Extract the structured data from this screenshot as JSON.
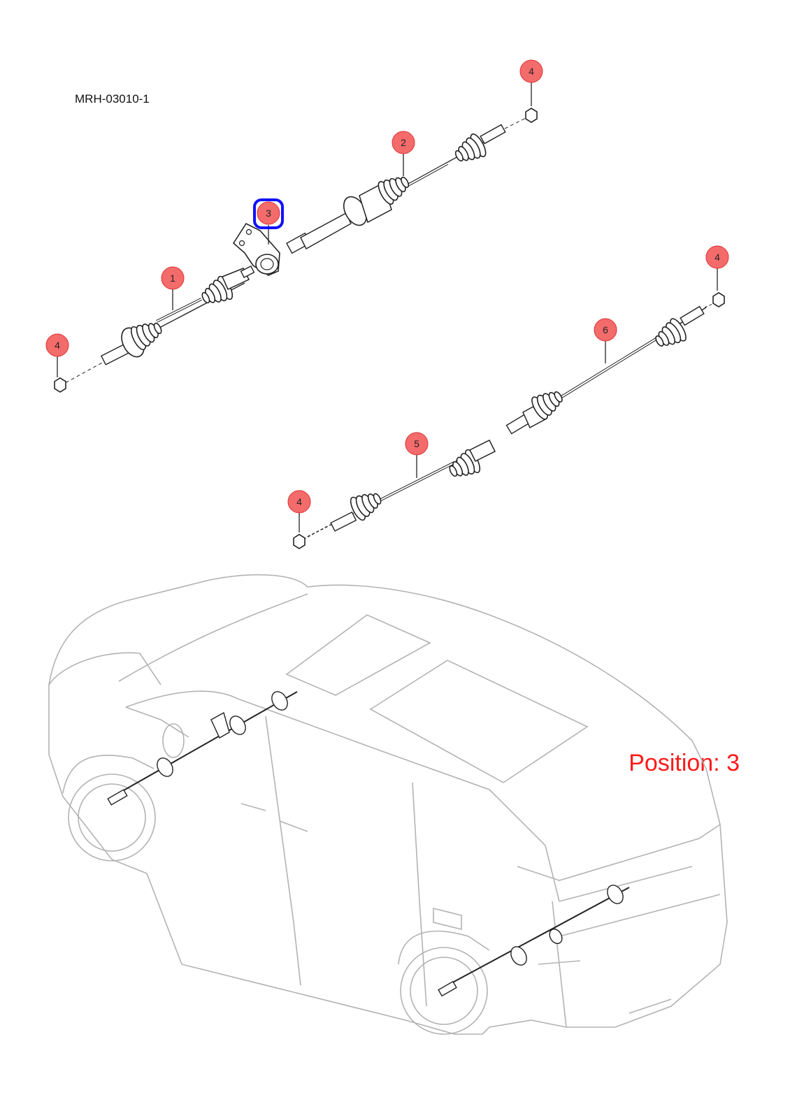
{
  "diagram_code": "MRH-03010-1",
  "position_label": "Position: 3",
  "highlight_color": "#1010ff",
  "callout_color": "#f46b6b",
  "callouts": [
    {
      "label": "1"
    },
    {
      "label": "2"
    },
    {
      "label": "3",
      "selected": true
    },
    {
      "label": "4"
    },
    {
      "label": "4"
    },
    {
      "label": "4"
    },
    {
      "label": "4"
    },
    {
      "label": "5"
    },
    {
      "label": "6"
    }
  ]
}
